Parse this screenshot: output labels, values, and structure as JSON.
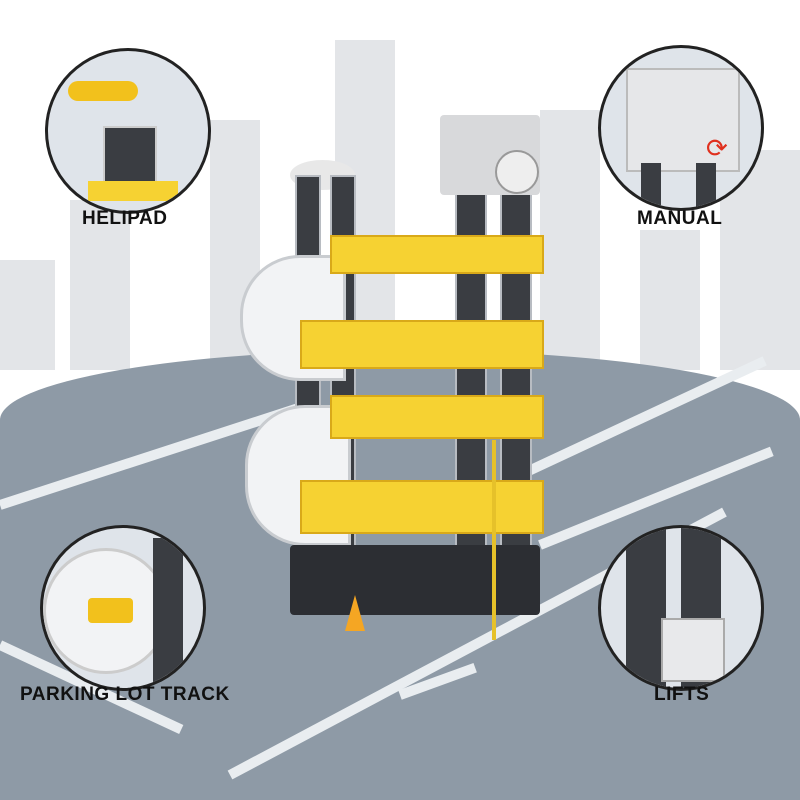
{
  "labels": {
    "helipad": "HELIPAD",
    "manual": "MANUAL",
    "parking_lot_track": "PARKING LOT TRACK",
    "lifts": "LIFTS"
  },
  "colors": {
    "yellow": "#f6d232",
    "road": "#8e9aa6",
    "tower": "#3a3d42",
    "city": "#e3e5e8"
  }
}
